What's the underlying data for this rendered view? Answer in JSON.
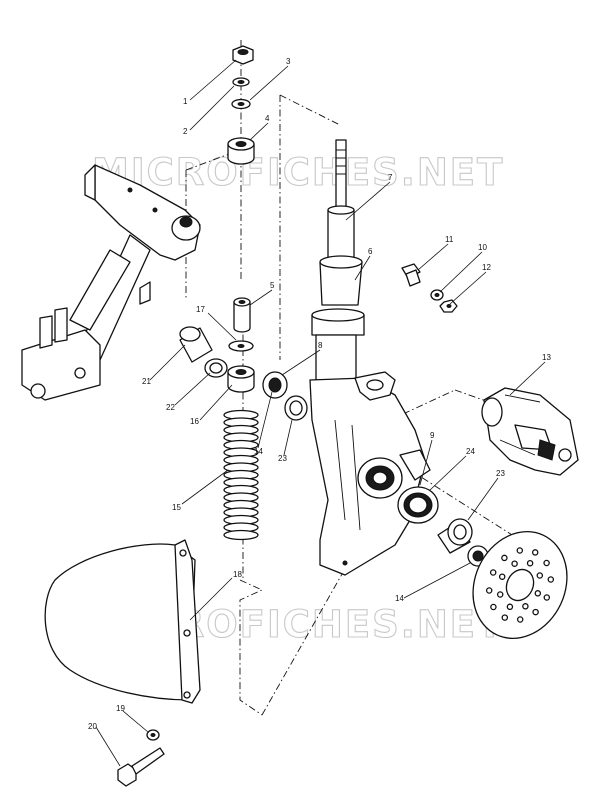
{
  "watermark": {
    "text": "MICROFICHES.NET"
  },
  "callouts": {
    "c1": "1",
    "c2": "2",
    "c3": "3",
    "c4": "4",
    "c5": "5",
    "c6": "6",
    "c7": "7",
    "c8": "8",
    "c9": "9",
    "c10": "10",
    "c11": "11",
    "c12": "12",
    "c13": "13",
    "c14a": "14",
    "c14b": "14",
    "c15": "15",
    "c16": "16",
    "c17": "17",
    "c18": "18",
    "c19": "19",
    "c20": "20",
    "c21": "21",
    "c22": "22",
    "c23a": "23",
    "c23b": "23",
    "c24": "24"
  }
}
